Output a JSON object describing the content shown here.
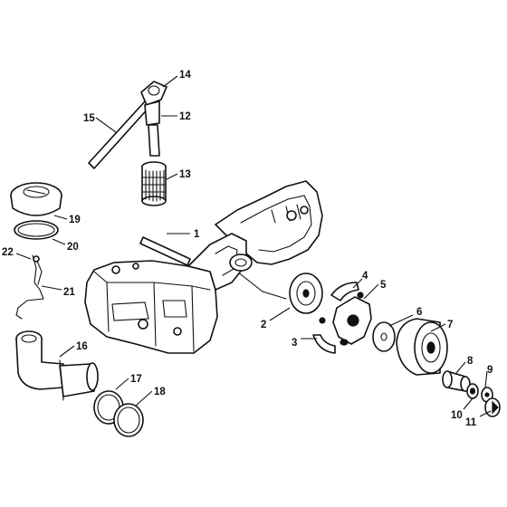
{
  "callouts": [
    {
      "id": "p1",
      "label": "1"
    },
    {
      "id": "p2",
      "label": "2"
    },
    {
      "id": "p3",
      "label": "3"
    },
    {
      "id": "p4",
      "label": "4"
    },
    {
      "id": "p5",
      "label": "5"
    },
    {
      "id": "p6",
      "label": "6"
    },
    {
      "id": "p7",
      "label": "7"
    },
    {
      "id": "p8",
      "label": "8"
    },
    {
      "id": "p9",
      "label": "9"
    },
    {
      "id": "p10",
      "label": "10"
    },
    {
      "id": "p11",
      "label": "11"
    },
    {
      "id": "p12",
      "label": "12"
    },
    {
      "id": "p13",
      "label": "13"
    },
    {
      "id": "p14",
      "label": "14"
    },
    {
      "id": "p15",
      "label": "15"
    },
    {
      "id": "p16",
      "label": "16"
    },
    {
      "id": "p17",
      "label": "17"
    },
    {
      "id": "p18",
      "label": "18"
    },
    {
      "id": "p19",
      "label": "19"
    },
    {
      "id": "p20",
      "label": "20"
    },
    {
      "id": "p21",
      "label": "21"
    },
    {
      "id": "p22",
      "label": "22"
    }
  ]
}
